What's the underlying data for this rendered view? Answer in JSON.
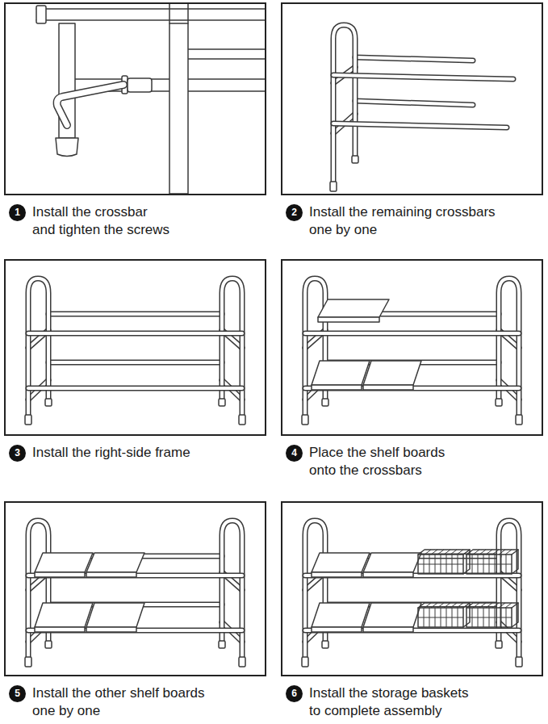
{
  "diagram": {
    "nodes": [
      {
        "text": [
          "Install the crossbar and tighten the screws"
        ]
      },
      {
        "text": [
          "1"
        ]
      },
      {
        "text": [
          "Install the remaining crossbars one by one"
        ]
      },
      {
        "text": [
          "2"
        ]
      },
      {
        "text": [
          "Install the right-side frame"
        ]
      },
      {
        "text": [
          "3"
        ]
      },
      {
        "text": [
          "Place the shelf boards onto the crossbars"
        ]
      },
      {
        "text": [
          "4"
        ]
      },
      {
        "text": [
          "Install the other shelf boards one by one"
        ]
      },
      {
        "text": [
          "5"
        ]
      },
      {
        "text": [
          "Install the storage baskets to complete assembly"
        ]
      },
      {
        "text": [
          "6"
        ]
      }
    ]
  }
}
